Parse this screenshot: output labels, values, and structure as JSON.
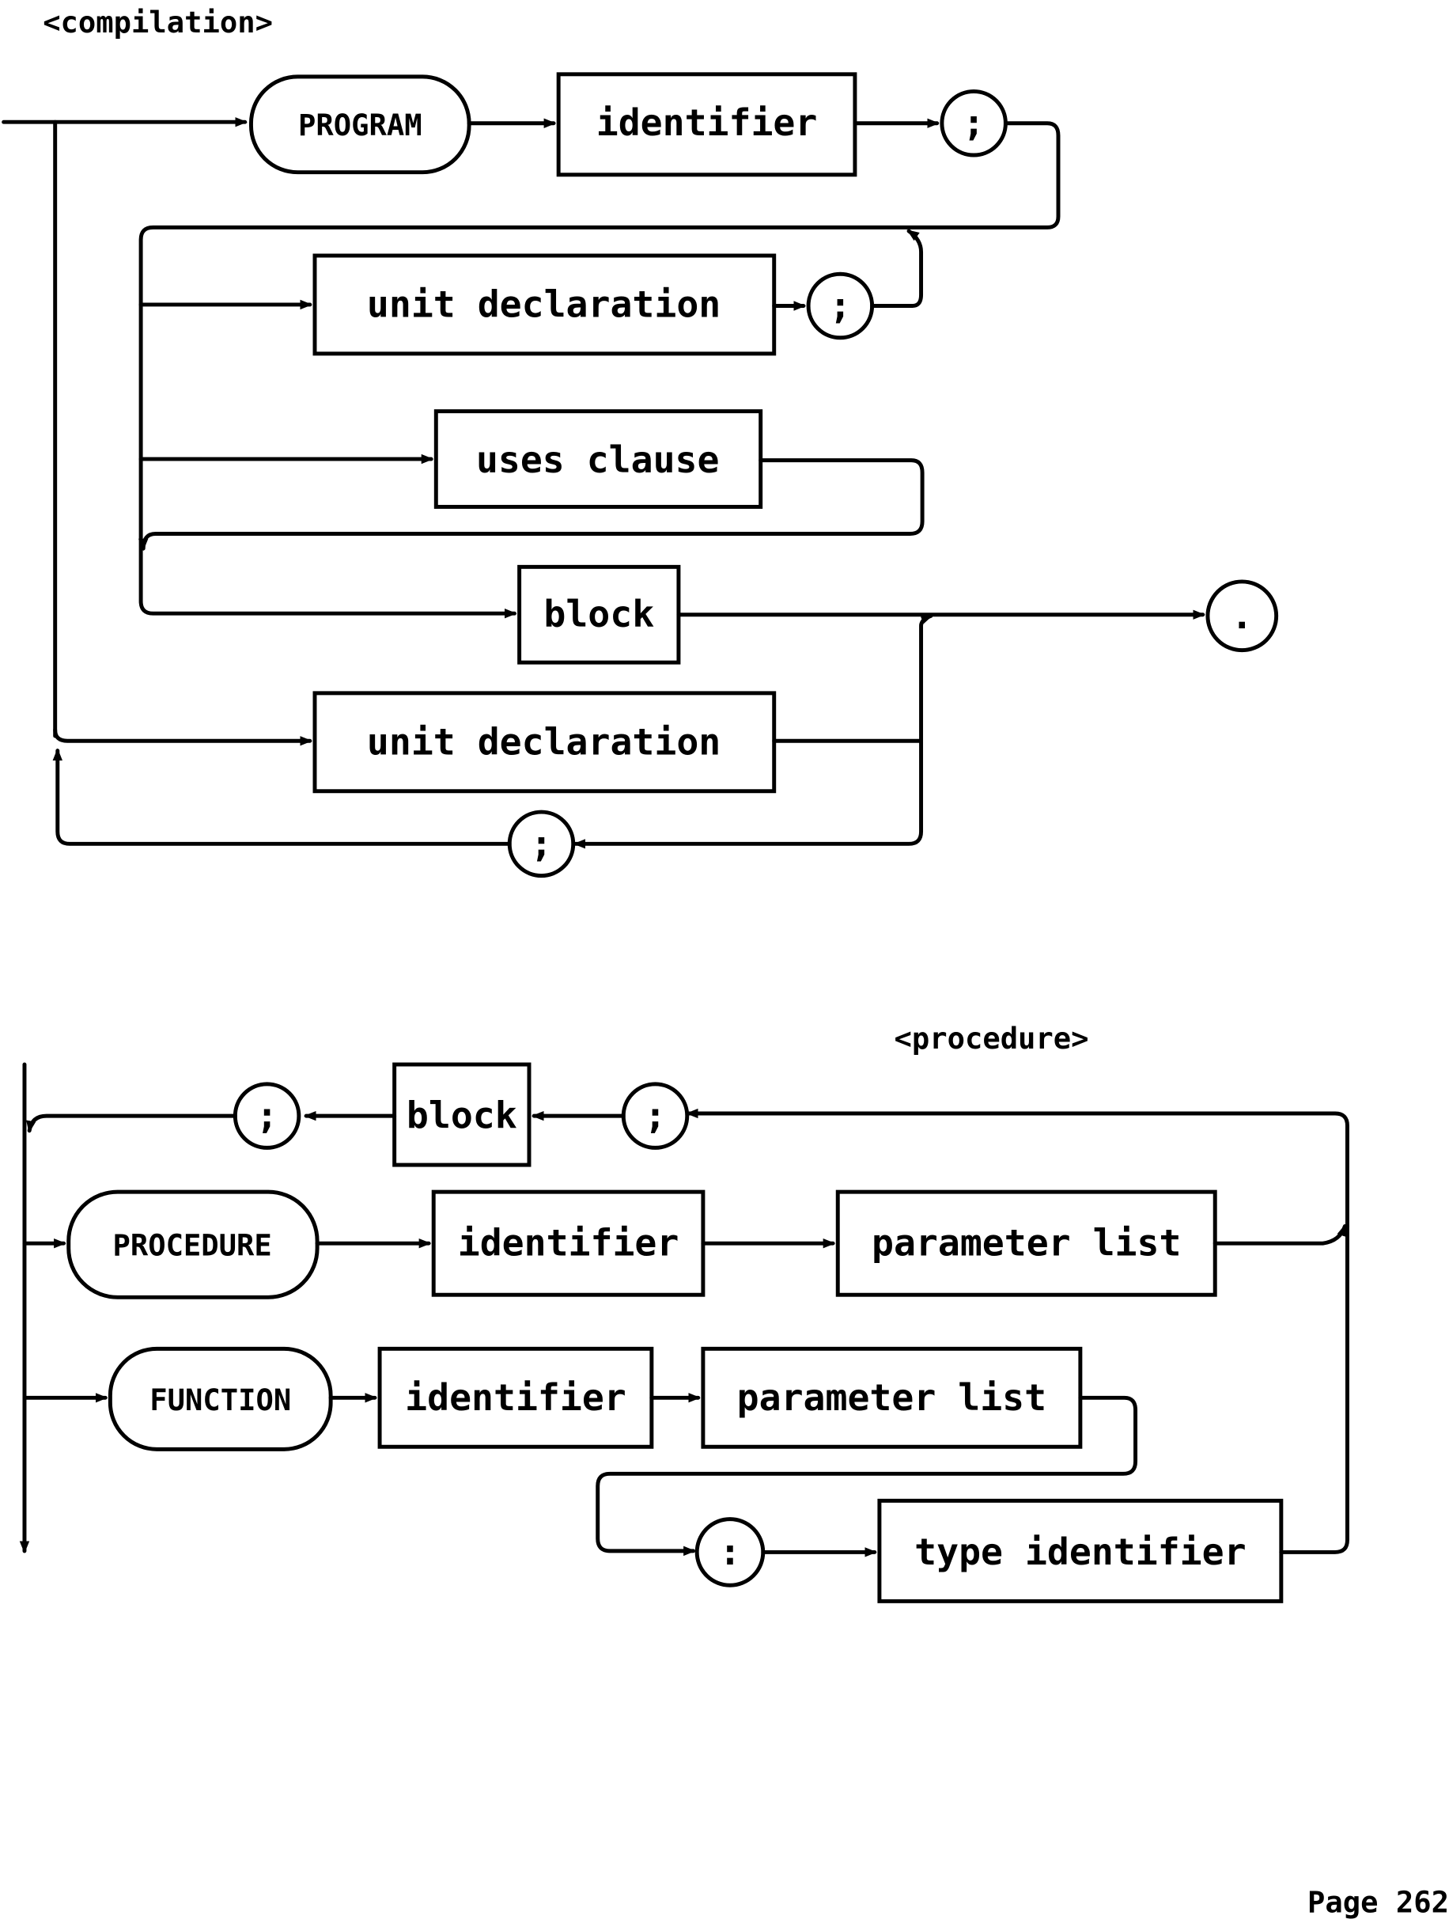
{
  "diagrams": {
    "compilation": {
      "title": "<compilation>",
      "nodes": {
        "program": "PROGRAM",
        "identifier": "identifier",
        "semi1": ";",
        "unit_decl1": "unit declaration",
        "semi2": ";",
        "uses_clause": "uses clause",
        "block": "block",
        "period": ".",
        "unit_decl2": "unit declaration",
        "semi3": ";"
      }
    },
    "procedure": {
      "title": "<procedure>",
      "nodes": {
        "semi_out": ";",
        "block": "block",
        "semi_in": ";",
        "procedure_kw": "PROCEDURE",
        "proc_identifier": "identifier",
        "proc_params": "parameter list",
        "function_kw": "FUNCTION",
        "func_identifier": "identifier",
        "func_params": "parameter list",
        "colon": ":",
        "type_identifier": "type identifier"
      }
    }
  },
  "footer": {
    "page": "Page 262"
  }
}
